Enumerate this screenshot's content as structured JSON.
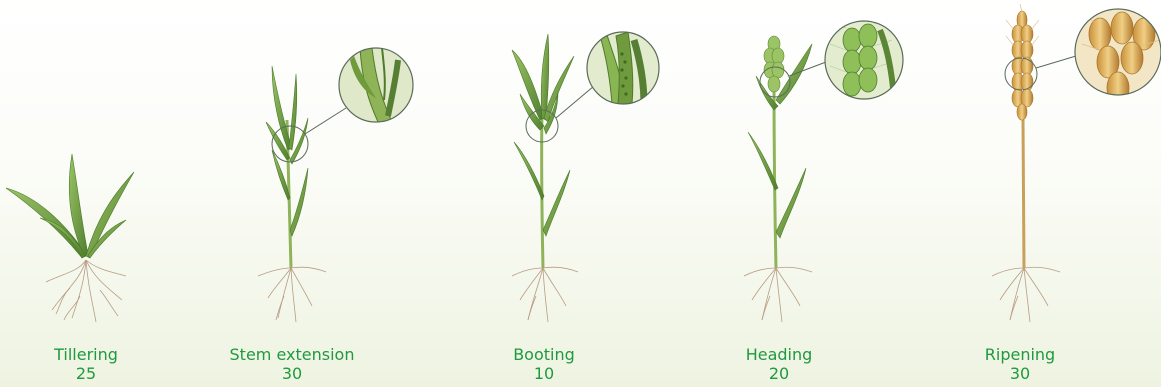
{
  "stages": [
    {
      "name": "Tillering",
      "days": "25",
      "zoom": false,
      "color": "green"
    },
    {
      "name": "Stem extension",
      "days": "30",
      "zoom": true,
      "color": "green"
    },
    {
      "name": "Booting",
      "days": "10",
      "zoom": true,
      "color": "green"
    },
    {
      "name": "Heading",
      "days": "20",
      "zoom": true,
      "color": "green-head"
    },
    {
      "name": "Ripening",
      "days": "30",
      "zoom": true,
      "color": "golden"
    }
  ],
  "colors": {
    "label": "#1f9a3e",
    "leaf_green": "#7fae4a",
    "leaf_dark": "#4e7d2c",
    "stem_green": "#8fb35a",
    "root": "#b89c82",
    "golden": "#d4a24c",
    "golden_dark": "#a8742a",
    "magnifier": "#5a6b5a"
  }
}
